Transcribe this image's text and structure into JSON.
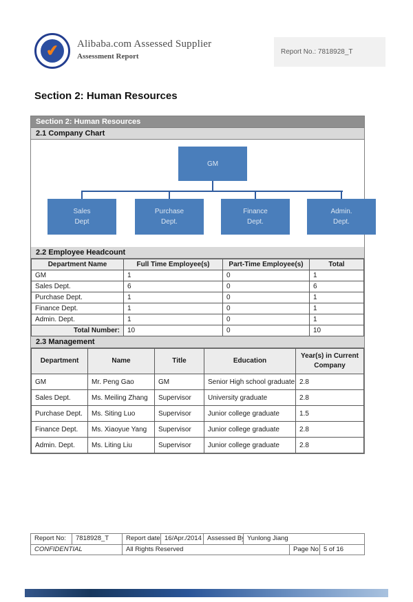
{
  "header": {
    "brand_title": "Alibaba.com Assessed Supplier",
    "brand_subtitle": "Assessment Report",
    "report_no": "Report No.: 7818928_T",
    "badge_check": "✔"
  },
  "page_title": "Section 2: Human Resources",
  "section_bar": "Section 2: Human Resources",
  "company_chart": {
    "heading": "2.1 Company Chart",
    "gm": "GM",
    "depts": [
      {
        "line1": "Sales",
        "line2": "Dept"
      },
      {
        "line1": "Purchase",
        "line2": "Dept."
      },
      {
        "line1": "Finance",
        "line2": "Dept."
      },
      {
        "line1": "Admin.",
        "line2": "Dept."
      }
    ]
  },
  "headcount": {
    "heading": "2.2 Employee Headcount",
    "columns": [
      "Department Name",
      "Full Time Employee(s)",
      "Part-Time Employee(s)",
      "Total"
    ],
    "rows": [
      [
        "GM",
        "1",
        "0",
        "1"
      ],
      [
        "Sales Dept.",
        "6",
        "0",
        "6"
      ],
      [
        "Purchase Dept.",
        "1",
        "0",
        "1"
      ],
      [
        "Finance Dept.",
        "1",
        "0",
        "1"
      ],
      [
        "Admin. Dept.",
        "1",
        "0",
        "1"
      ]
    ],
    "total_label": "Total Number:",
    "totals": [
      "10",
      "0",
      "10"
    ]
  },
  "management": {
    "heading": "2.3 Management",
    "columns": [
      "Department",
      "Name",
      "Title",
      "Education",
      "Year(s) in Current Company"
    ],
    "rows": [
      [
        "GM",
        "Mr. Peng Gao",
        "GM",
        "Senior High school graduate",
        "2.8"
      ],
      [
        "Sales Dept.",
        "Ms. Meiling Zhang",
        "Supervisor",
        "University graduate",
        "2.8"
      ],
      [
        "Purchase Dept.",
        "Ms. Siting Luo",
        "Supervisor",
        "Junior college graduate",
        "1.5"
      ],
      [
        "Finance Dept.",
        "Ms. Xiaoyue Yang",
        "Supervisor",
        "Junior college graduate",
        "2.8"
      ],
      [
        "Admin. Dept.",
        "Ms. Liting Liu",
        "Supervisor",
        "Junior college graduate",
        "2.8"
      ]
    ]
  },
  "footer": {
    "report_no_label": "Report No:",
    "report_no_value": "7818928_T",
    "report_date_label": "Report date:",
    "report_date_value": "16/Apr./2014",
    "assessed_by_label": "Assessed By",
    "assessed_by_value": "Yunlong Jiang",
    "confidential": "CONFIDENTIAL",
    "rights": "All Rights Reserved",
    "page_no_label": "Page No:",
    "page_no_value": "5 of 16"
  },
  "colors": {
    "dept_box_blue": "#4a7ebb",
    "connector_blue": "#2e5b9f",
    "section_bar_gray": "#8f8f8f",
    "subsection_gray": "#d9d9d9",
    "table_header_gray": "#ececec",
    "badge_ring_blue": "#233e8f",
    "badge_check_orange": "#f07f1a",
    "accent_bar_navy": "#17375d"
  }
}
